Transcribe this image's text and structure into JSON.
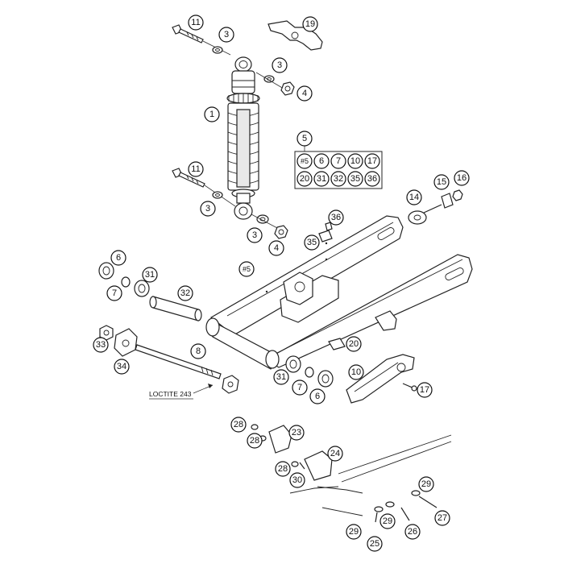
{
  "callouts": {
    "c11a": "11",
    "c3a": "3",
    "c19": "19",
    "c3b": "3",
    "c4a": "4",
    "c1": "1",
    "c5": "5",
    "c11b": "11",
    "c3c": "3",
    "c3d": "3",
    "c4b": "4",
    "c36a": "36",
    "c35a": "35",
    "c14": "14",
    "c15": "15",
    "c16": "16",
    "c6a": "6",
    "c7a": "7",
    "c31a": "31",
    "c32": "32",
    "c5b": "#5",
    "c33": "33",
    "c34": "34",
    "c8": "8",
    "c20": "20",
    "c10": "10",
    "c17b": "17",
    "c31b": "31",
    "c7b": "7",
    "c6b": "6",
    "c28a": "28",
    "c28b": "28",
    "c23": "23",
    "c24": "24",
    "c28c": "28",
    "c30": "30",
    "c29a": "29",
    "c27": "27",
    "c29b": "29",
    "c29c": "29",
    "c25": "25",
    "c26": "26"
  },
  "kit_box": {
    "row1": [
      "#5",
      "6",
      "7",
      "10",
      "17"
    ],
    "row2": [
      "20",
      "31",
      "32",
      "35",
      "36"
    ]
  },
  "loctite_label": "LOCTITE 243"
}
